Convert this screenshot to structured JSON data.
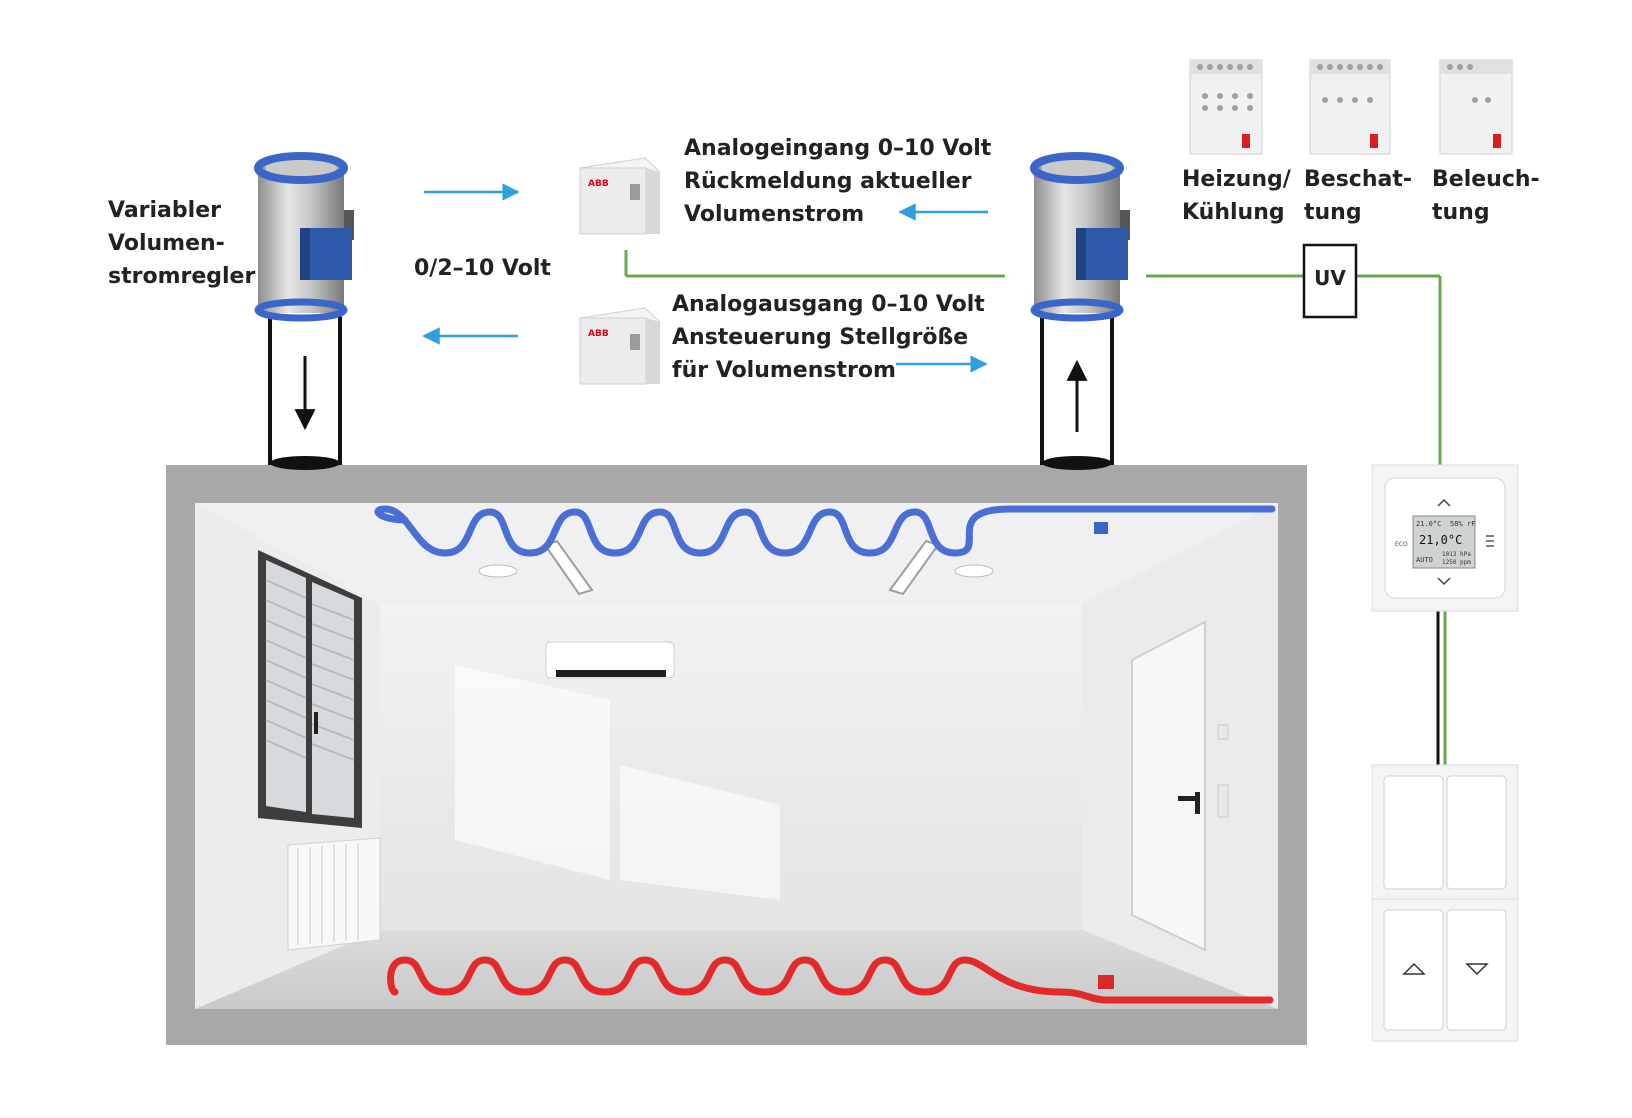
{
  "labels": {
    "vav_regulator": "Variabler\nVolumen-\nstromregler",
    "voltage": "0/2–10 Volt",
    "analog_input": "Analogeingang 0–10 Volt\nRückmeldung aktueller\nVolumenstrom",
    "analog_output": "Analogausgang 0–10 Volt\nAnsteuerung Stellgröße\nfür Volumenstrom",
    "heating_cooling": "Heizung/\nKühlung",
    "shading": "Beschat-\ntung",
    "lighting": "Beleuch-\ntung",
    "distribution": "UV"
  },
  "device_text": {
    "brand": "ABB",
    "display_temp": "21,0°C",
    "display_mode": "AUTO",
    "display_top_left": "21.0°C",
    "display_top_right": "58% rF",
    "display_pressure": "1013 hPa",
    "display_co2": "1250 ppm",
    "eco": "ECO"
  },
  "colors": {
    "bus_line": "#6aa84f",
    "signal_arrow": "#2f9fe0",
    "cooling_pipe": "#4a6fd4",
    "heating_pipe": "#e22a2a",
    "duct_band": "#3a66c9",
    "actuator": "#2c5aa8"
  }
}
